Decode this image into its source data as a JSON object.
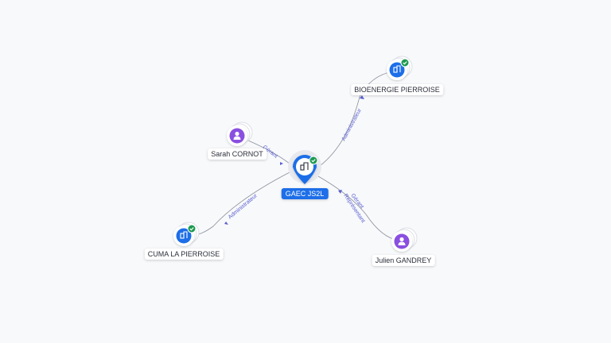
{
  "colors": {
    "company": "#1d6ee8",
    "person": "#8a4fe0",
    "check": "#1e9a52",
    "edge": "#8a8f9a",
    "edge_label": "#5a5fd0"
  },
  "nodes": {
    "center": {
      "label": "GAEC JS2L",
      "icon": "building-icon"
    },
    "bioenergie": {
      "label": "BIOENERGIE PIERROISE",
      "icon": "building-icon"
    },
    "cuma": {
      "label": "CUMA LA PIERROISE",
      "icon": "building-icon"
    },
    "sarah": {
      "label": "Sarah CORNOT",
      "icon": "person-icon"
    },
    "julien": {
      "label": "Julien GANDREY",
      "icon": "person-icon"
    }
  },
  "edges": {
    "bioenergie": {
      "label": "Administrateur"
    },
    "cuma": {
      "label": "Administrateur"
    },
    "sarah": {
      "label": "Gérant"
    },
    "julien": {
      "label1": "Gérant",
      "label2": "Représentant"
    }
  }
}
